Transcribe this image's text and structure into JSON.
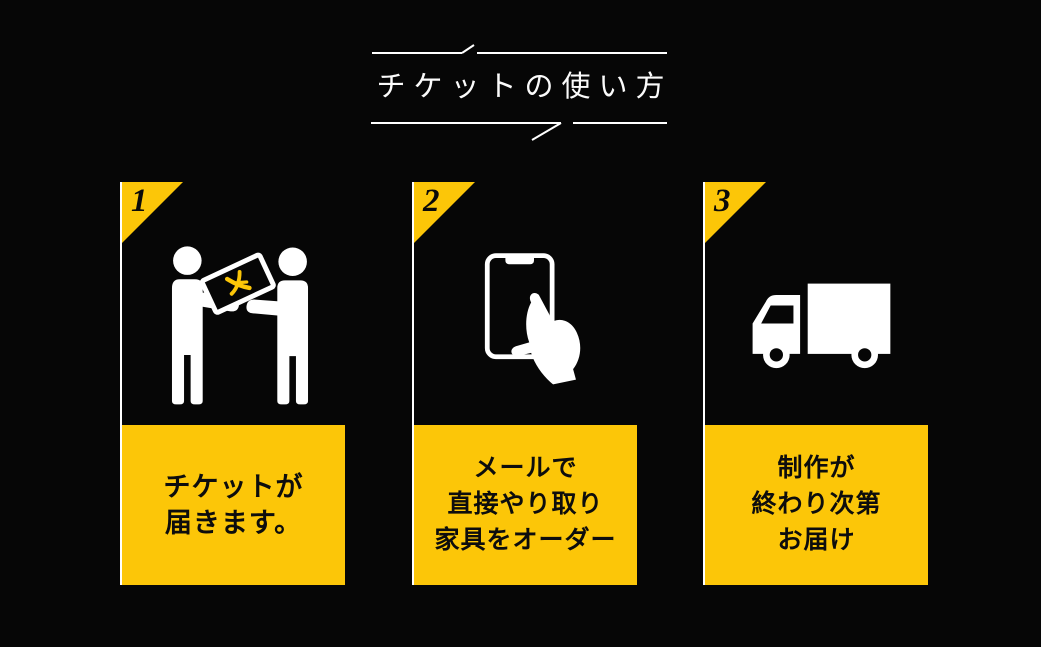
{
  "colors": {
    "background": "#060606",
    "accent_yellow": "#FCC608",
    "icon_white": "#FFFFFF",
    "text_black": "#0D0D0D",
    "title_white": "#FBFBFB"
  },
  "header": {
    "title": "チケットの使い方"
  },
  "steps": [
    {
      "number": "1",
      "icon": "ticket-handoff-icon",
      "lines": [
        "チケットが",
        "届きます。"
      ]
    },
    {
      "number": "2",
      "icon": "smartphone-order-icon",
      "lines": [
        "メールで",
        "直接やり取り",
        "家具をオーダー"
      ]
    },
    {
      "number": "3",
      "icon": "delivery-truck-icon",
      "lines": [
        "制作が",
        "終わり次第",
        "お届け"
      ]
    }
  ]
}
